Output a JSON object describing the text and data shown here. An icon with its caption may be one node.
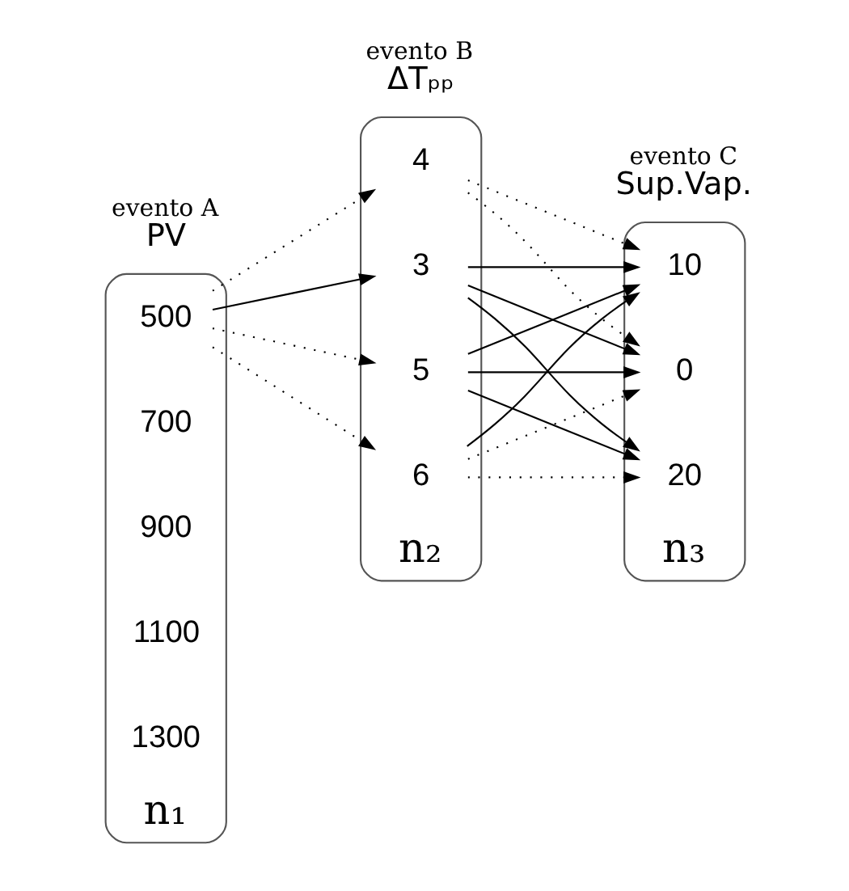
{
  "diagram": {
    "nodes": [
      {
        "text": [
          "PV"
        ],
        "beside": [
          "evento A",
          "n₁"
        ]
      },
      {
        "text": [
          "500"
        ],
        "in": 0
      },
      {
        "text": [
          "700"
        ],
        "in": 0
      },
      {
        "text": [
          "900"
        ],
        "in": 0
      },
      {
        "text": [
          "1100"
        ],
        "in": 0
      },
      {
        "text": [
          "1300"
        ],
        "in": 0
      },
      {
        "text": [
          "ΔTₚₚ"
        ],
        "beside": [
          "evento B",
          "n₂"
        ]
      },
      {
        "text": [
          "3"
        ],
        "in": 6
      },
      {
        "text": [
          "4"
        ],
        "in": 6
      },
      {
        "text": [
          "5"
        ],
        "in": 6
      },
      {
        "text": [
          "6"
        ],
        "in": 6
      },
      {
        "text": [
          "Sup.Vap."
        ],
        "beside": [
          "evento C",
          "n₃"
        ]
      },
      {
        "text": [
          "0"
        ],
        "in": 11
      },
      {
        "text": [
          "10"
        ],
        "in": 11
      },
      {
        "text": [
          "20"
        ],
        "in": 11
      }
    ],
    "edges": [
      {
        "from": 1,
        "to": 7,
        "arrow": "to"
      },
      {
        "from": 1,
        "to": 8,
        "arrow": "to",
        "style": "dashed"
      },
      {
        "from": 1,
        "to": 9,
        "arrow": "to",
        "style": "dashed"
      },
      {
        "from": 1,
        "to": 10,
        "arrow": "to",
        "style": "dashed"
      },
      {
        "from": 7,
        "to": 12,
        "arrow": "to"
      },
      {
        "from": 7,
        "to": 13,
        "arrow": "to"
      },
      {
        "from": 7,
        "to": 14,
        "arrow": "to"
      },
      {
        "from": 8,
        "to": 12,
        "arrow": "to",
        "style": "dashed"
      },
      {
        "from": 8,
        "to": 13,
        "arrow": "to",
        "style": "dashed"
      },
      {
        "from": 9,
        "to": 12,
        "arrow": "to"
      },
      {
        "from": 9,
        "to": 13,
        "arrow": "to"
      },
      {
        "from": 9,
        "to": 14,
        "arrow": "to"
      },
      {
        "from": 10,
        "to": 12,
        "arrow": "to",
        "style": "dashed"
      },
      {
        "from": 10,
        "to": 13,
        "arrow": "to"
      },
      {
        "from": 10,
        "to": 14,
        "arrow": "to",
        "style": "dashed"
      }
    ]
  }
}
